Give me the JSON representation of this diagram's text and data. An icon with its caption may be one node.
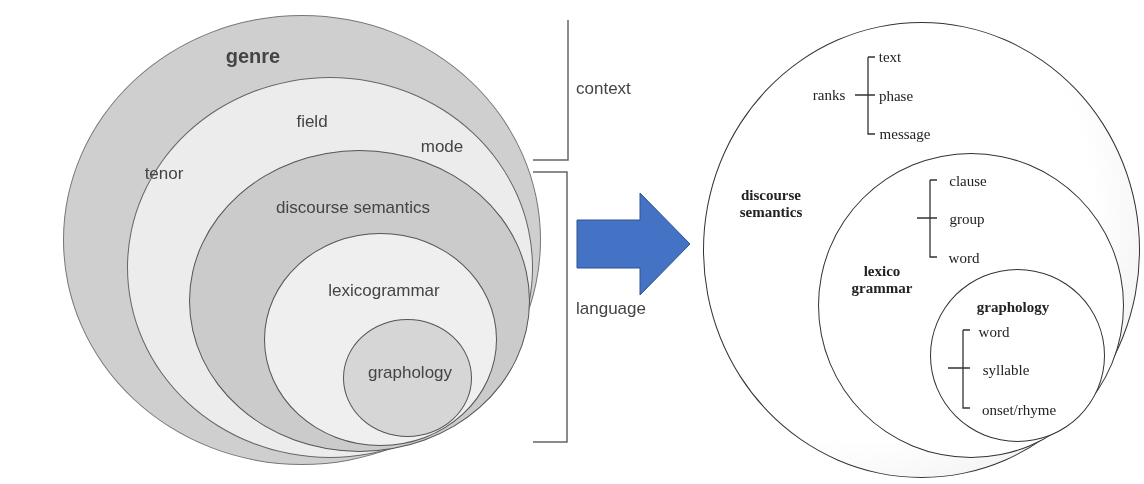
{
  "diagram": {
    "nodes": [
      {
        "text": [
          "genre"
        ]
      },
      {
        "text": [
          "field",
          "mode",
          "tenor"
        ],
        "in": 0
      },
      {
        "text": [
          "discourse semantics"
        ],
        "in": 1
      },
      {
        "text": [
          "lexicogrammar"
        ],
        "in": 2
      },
      {
        "text": [
          "graphology"
        ],
        "in": 3
      },
      {
        "text": [
          "ranks",
          "text",
          "phase",
          "message",
          "discourse semantics"
        ]
      },
      {
        "text": [
          "clause",
          "group",
          "word",
          "lexico grammar"
        ],
        "in": 5
      },
      {
        "text": [
          "graphology",
          "word",
          "syllable",
          "onset/rhyme"
        ],
        "in": 6
      }
    ],
    "edges": [
      {
        "from": 0,
        "to": 5,
        "arrow": "to"
      }
    ],
    "labels": [
      "context",
      "language"
    ]
  }
}
